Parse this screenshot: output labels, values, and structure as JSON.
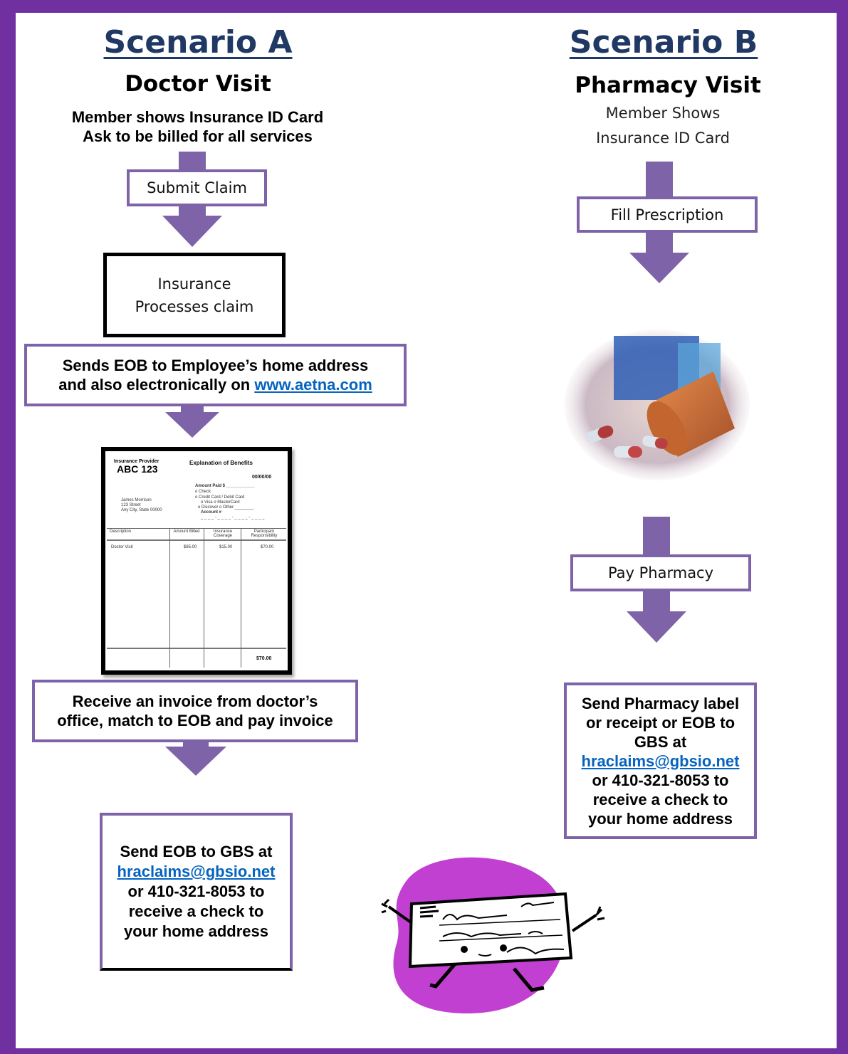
{
  "scenario_a": {
    "heading": "Scenario A",
    "subheading": "Doctor Visit",
    "intro_line1": "Member shows Insurance ID Card",
    "intro_line2": "Ask to be billed for all services",
    "step_submit": "Submit Claim",
    "step_process_line1": "Insurance",
    "step_process_line2": "Processes claim",
    "eob_line1": "Sends EOB to Employee’s home address",
    "eob_line2_prefix": "and also electronically on ",
    "eob_link": "www.aetna.com",
    "invoice_line1": "Receive an invoice from doctor’s",
    "invoice_line2": "office, match to EOB and pay invoice",
    "send_line1": "Send EOB to GBS at",
    "send_email": "hraclaims@gbsio.net",
    "send_line3": "or 410-321-8053 to",
    "send_line4": "receive a check to",
    "send_line5": "your home address"
  },
  "scenario_b": {
    "heading": "Scenario B",
    "subheading": "Pharmacy Visit",
    "intro_line1": "Member Shows",
    "intro_line2": "Insurance ID Card",
    "step_fill": "Fill Prescription",
    "step_pay": "Pay Pharmacy",
    "send_line1": "Send Pharmacy label",
    "send_line2": "or receipt or EOB to",
    "send_line3": "GBS at",
    "send_email": "hraclaims@gbsio.net",
    "send_line5": "or 410-321-8053 to",
    "send_line6": "receive a check to",
    "send_line7": "your home address"
  },
  "eob_sample": {
    "provider_label": "Insurance Provider",
    "provider_name": "ABC 123",
    "doc_title": "Explanation of Benefits",
    "date": "00/00/00",
    "amount_paid": "Amount Paid $ ____________",
    "opt_check": "o  Check",
    "opt_card": "o  Credit Card / Debit Card",
    "opt_visa": "o Visa      o MasterCard",
    "opt_discover": "o Discover  o Other ________",
    "account": "Account #",
    "account_dashes": "_ _ _ _ - _ _ _ _ - _ _ _ _ - _ _ _ _",
    "addr_name": "James Morrison",
    "addr_street": "123 Street",
    "addr_city": "Any City, State  00000",
    "columns": [
      "Description",
      "Amount Billed",
      "Insurance Coverage",
      "Participant Responsibility"
    ],
    "row_desc": "Doctor Visit",
    "row_billed": "$85.00",
    "row_coverage": "$15.00",
    "row_resp": "$70.00",
    "total": "$70.00"
  },
  "colors": {
    "frame": "#7030a0",
    "arrow": "#7f63a8",
    "heading": "#1f3864",
    "link": "#0563c1"
  }
}
